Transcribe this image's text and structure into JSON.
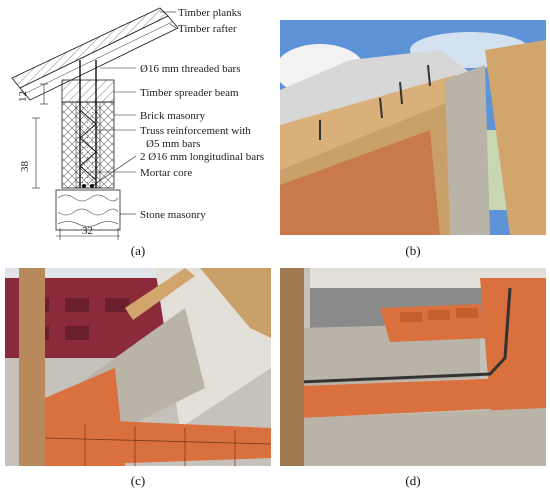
{
  "figure": {
    "panel_a": {
      "caption": "(a)",
      "labels": {
        "planks": "Timber planks",
        "rafter": "Timber rafter",
        "bars": "Ø16 mm threaded bars",
        "spreader": "Timber spreader beam",
        "brick": "Brick masonry",
        "truss1": "Truss reinforcement with",
        "truss2": "Ø5 mm bars",
        "longitudinal": "2 Ø16 mm longitudinal bars",
        "mortar": "Mortar core",
        "stone": "Stone masonry"
      },
      "dims": {
        "d12": "12",
        "d38": "38",
        "d32": "32"
      }
    },
    "panel_b": {
      "caption": "(b)"
    },
    "panel_c": {
      "caption": "(c)"
    },
    "panel_d": {
      "caption": "(d)"
    }
  },
  "colors": {
    "timber": "#d9b07a",
    "brick": "#d9703d",
    "mortar": "#b9b3a8",
    "sky": "#5b8fd6",
    "building": "#8a2a3a"
  }
}
